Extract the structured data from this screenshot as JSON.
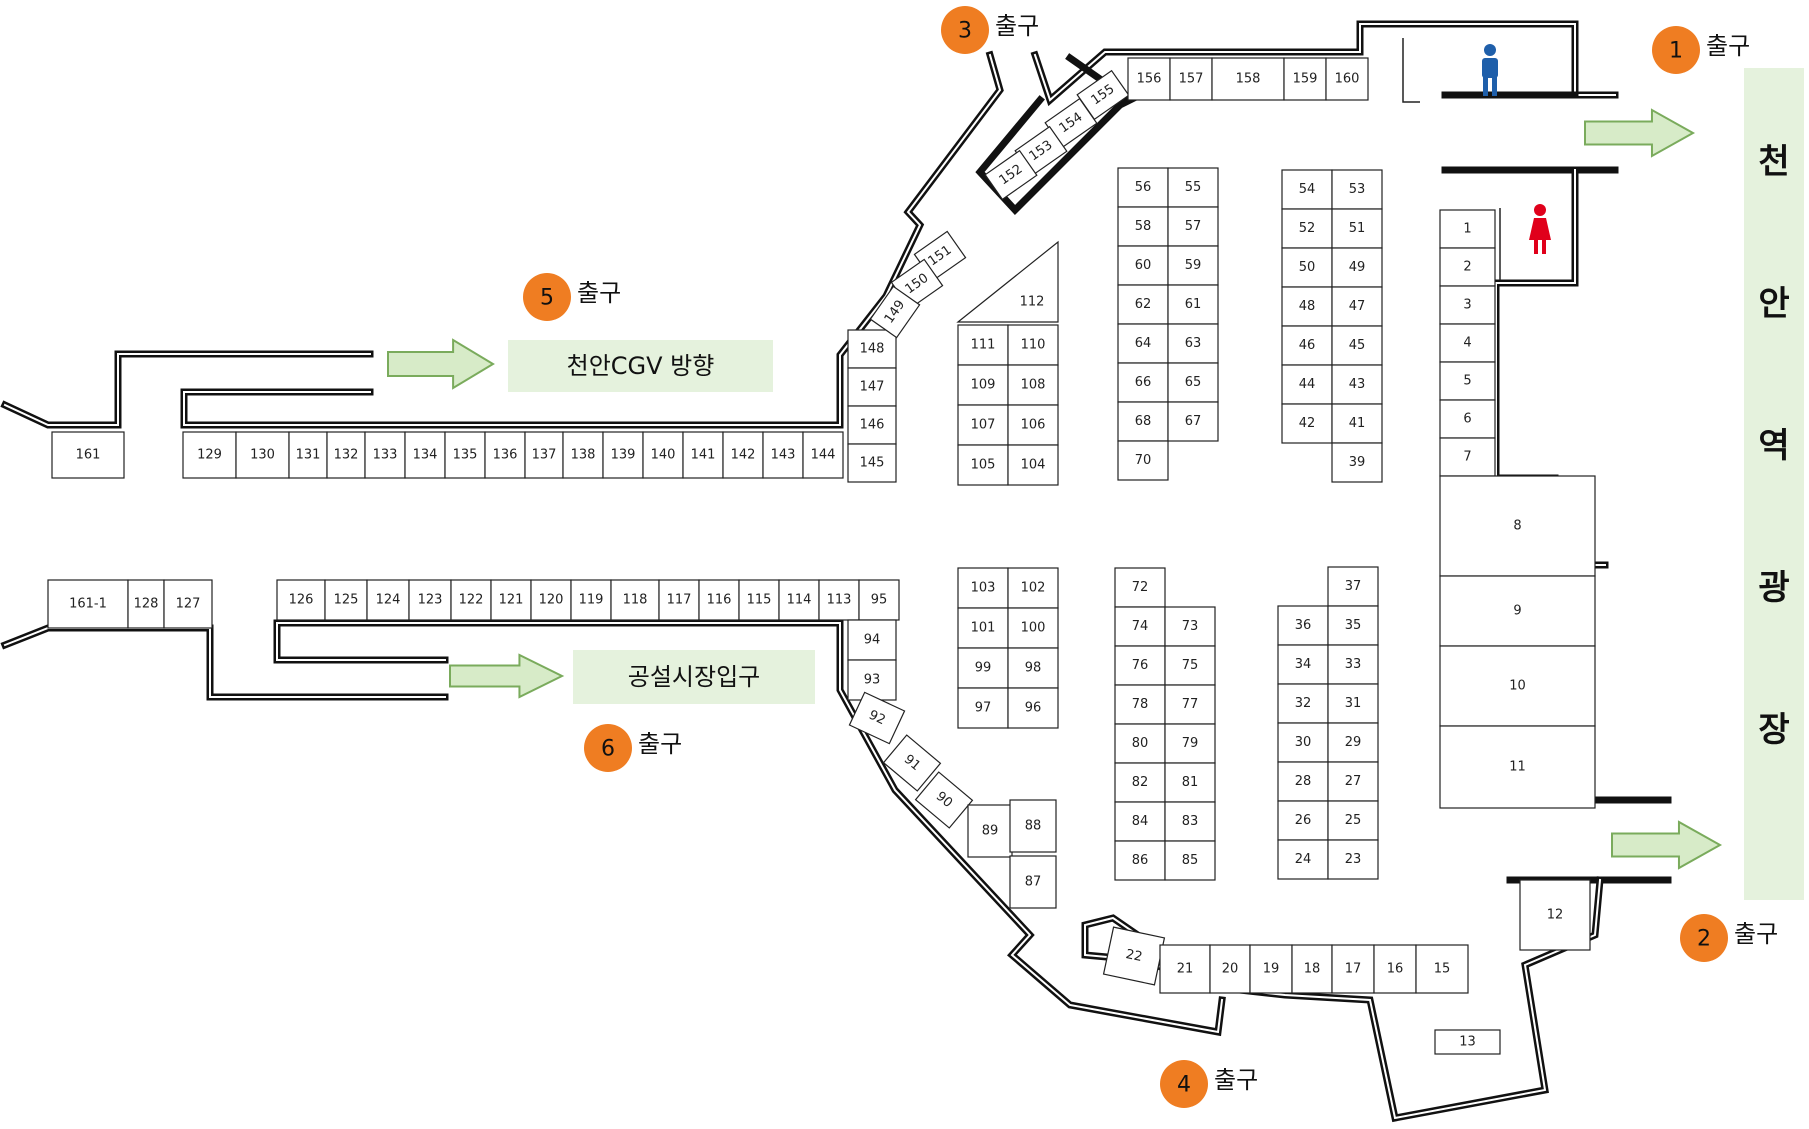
{
  "colors": {
    "exit_badge": "#ef7d22",
    "label_box": "#e5f2dd",
    "arrow_fill": "#d7ebc8",
    "arrow_stroke": "#7aab5c",
    "wall": "#111111",
    "male_icon": "#1f5faa",
    "female_icon": "#e0001b"
  },
  "exits": [
    {
      "num": "1",
      "label": "출구"
    },
    {
      "num": "2",
      "label": "출구"
    },
    {
      "num": "3",
      "label": "출구"
    },
    {
      "num": "4",
      "label": "출구"
    },
    {
      "num": "5",
      "label": "출구"
    },
    {
      "num": "6",
      "label": "출구"
    }
  ],
  "destinations": {
    "cgv": "천안CGV  방향",
    "market": "공설시장입구",
    "plaza": [
      "천",
      "안",
      "역",
      "광",
      "장"
    ]
  },
  "icons": {
    "male": "male-restroom-icon",
    "female": "female-restroom-icon",
    "arrow": "direction-arrow-icon"
  },
  "stalls": {
    "top_left_row": [
      "129",
      "130",
      "131",
      "132",
      "133",
      "134",
      "135",
      "136",
      "137",
      "138",
      "139",
      "140",
      "141",
      "142",
      "143",
      "144"
    ],
    "top_left_column": [
      "148",
      "147",
      "146",
      "145"
    ],
    "left_end_top": "161",
    "diagonal_upper": [
      "151",
      "150",
      "149"
    ],
    "top_corner": [
      "155",
      "154",
      "153",
      "152"
    ],
    "top_row": [
      "156",
      "157",
      "158",
      "159",
      "160"
    ],
    "mid_left_row": [
      "126",
      "125",
      "124",
      "123",
      "122",
      "121",
      "120",
      "119",
      "118",
      "117",
      "116",
      "115",
      "114",
      "113",
      "95"
    ],
    "mid_left_column": [
      "94",
      "93"
    ],
    "left_end_mid": [
      "161-1",
      "128",
      "127"
    ],
    "diagonal_lower": [
      "92",
      "91",
      "90",
      "89",
      "88",
      "87"
    ],
    "block_a_top": "112",
    "block_a": [
      [
        "111",
        "110"
      ],
      [
        "109",
        "108"
      ],
      [
        "107",
        "106"
      ],
      [
        "105",
        "104"
      ]
    ],
    "block_b": [
      [
        "103",
        "102"
      ],
      [
        "101",
        "100"
      ],
      [
        "99",
        "98"
      ],
      [
        "97",
        "96"
      ]
    ],
    "block_c": [
      [
        "56",
        "55"
      ],
      [
        "58",
        "57"
      ],
      [
        "60",
        "59"
      ],
      [
        "62",
        "61"
      ],
      [
        "64",
        "63"
      ],
      [
        "66",
        "65"
      ],
      [
        "68",
        "67"
      ],
      [
        "70",
        ""
      ]
    ],
    "block_d": [
      [
        "54",
        "53"
      ],
      [
        "52",
        "51"
      ],
      [
        "50",
        "49"
      ],
      [
        "48",
        "47"
      ],
      [
        "46",
        "45"
      ],
      [
        "44",
        "43"
      ],
      [
        "42",
        "41"
      ],
      [
        "",
        "39"
      ]
    ],
    "block_e": [
      [
        "72",
        ""
      ],
      [
        "74",
        "73"
      ],
      [
        "76",
        "75"
      ],
      [
        "78",
        "77"
      ],
      [
        "80",
        "79"
      ],
      [
        "82",
        "81"
      ],
      [
        "84",
        "83"
      ],
      [
        "86",
        "85"
      ]
    ],
    "block_f": [
      [
        "",
        "37"
      ],
      [
        "36",
        "35"
      ],
      [
        "34",
        "33"
      ],
      [
        "32",
        "31"
      ],
      [
        "30",
        "29"
      ],
      [
        "28",
        "27"
      ],
      [
        "26",
        "25"
      ],
      [
        "24",
        "23"
      ]
    ],
    "right_column": [
      "1",
      "2",
      "3",
      "4",
      "5",
      "6",
      "7",
      "8",
      "9",
      "10",
      "11"
    ],
    "bottom_row": [
      "22",
      "21",
      "20",
      "19",
      "18",
      "17",
      "16",
      "15"
    ],
    "bottom_extra": [
      "12",
      "13"
    ]
  }
}
